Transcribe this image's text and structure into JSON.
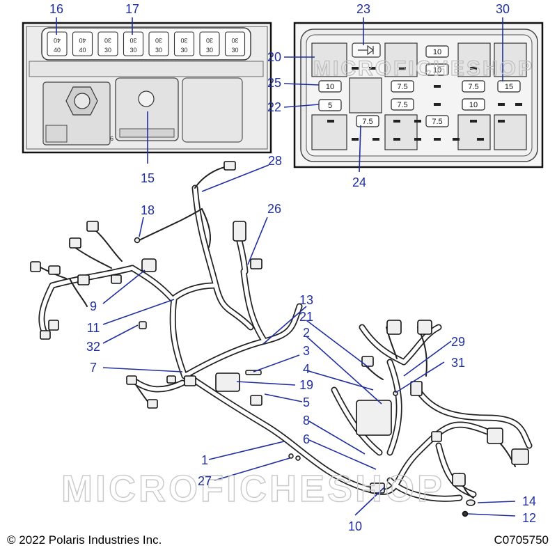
{
  "watermark": "MICROFICHESHOP",
  "colors": {
    "callout": "#1f2fa0",
    "line": "#222222",
    "paper": "#ffffff"
  },
  "fuse_block_left": {
    "fuse_ratings_top": [
      "40",
      "40",
      "30",
      "30",
      "30",
      "30",
      "30",
      "30"
    ],
    "fuse_ratings_bottom": [
      "40",
      "40",
      "30",
      "30",
      "30",
      "30",
      "30",
      "30"
    ],
    "side_mark": "6"
  },
  "fuse_box_right": {
    "fuse_values": [
      "10",
      "10",
      "10",
      "5",
      "7.5",
      "7.5",
      "7.5",
      "7.5",
      "7.5",
      "10",
      "15"
    ]
  },
  "callouts": [
    "1",
    "2",
    "3",
    "4",
    "5",
    "6",
    "7",
    "8",
    "9",
    "10",
    "11",
    "12",
    "13",
    "14",
    "15",
    "16",
    "17",
    "18",
    "19",
    "20",
    "21",
    "22",
    "23",
    "24",
    "25",
    "26",
    "27",
    "28",
    "29",
    "30",
    "31",
    "32"
  ],
  "copyright": "© 2022 Polaris Industries Inc.",
  "diagram_code": "C0705750"
}
